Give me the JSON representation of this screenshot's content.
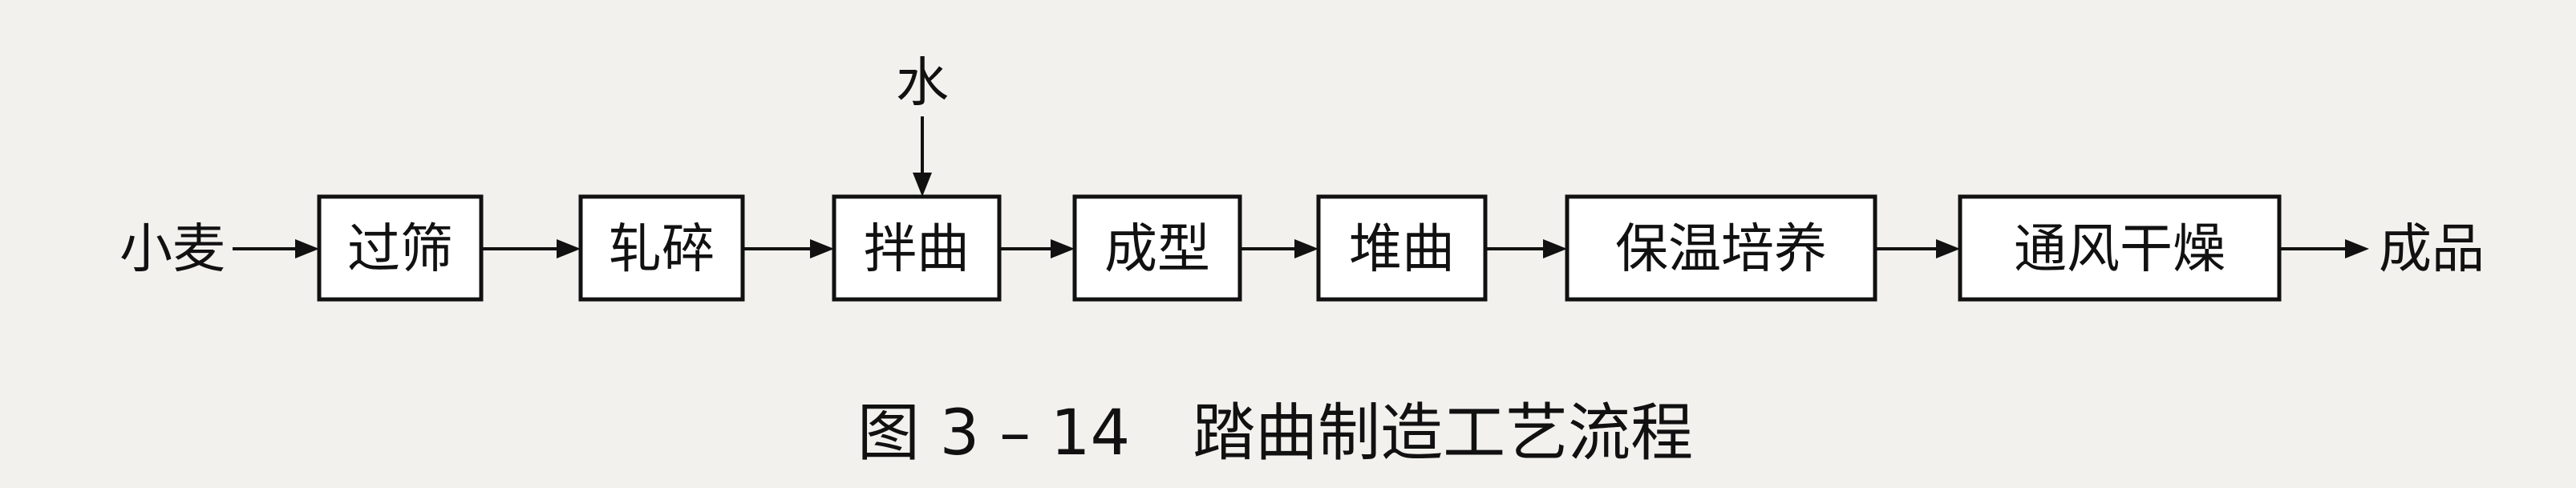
{
  "diagram": {
    "input_label": "小麦",
    "water_label": "水",
    "output_label": "成品",
    "steps": [
      "过筛",
      "轧碎",
      "拌曲",
      "成型",
      "堆曲",
      "保温培养",
      "通风干燥"
    ],
    "water_target_step": 2
  },
  "caption": "图 3 – 14　踏曲制造工艺流程"
}
